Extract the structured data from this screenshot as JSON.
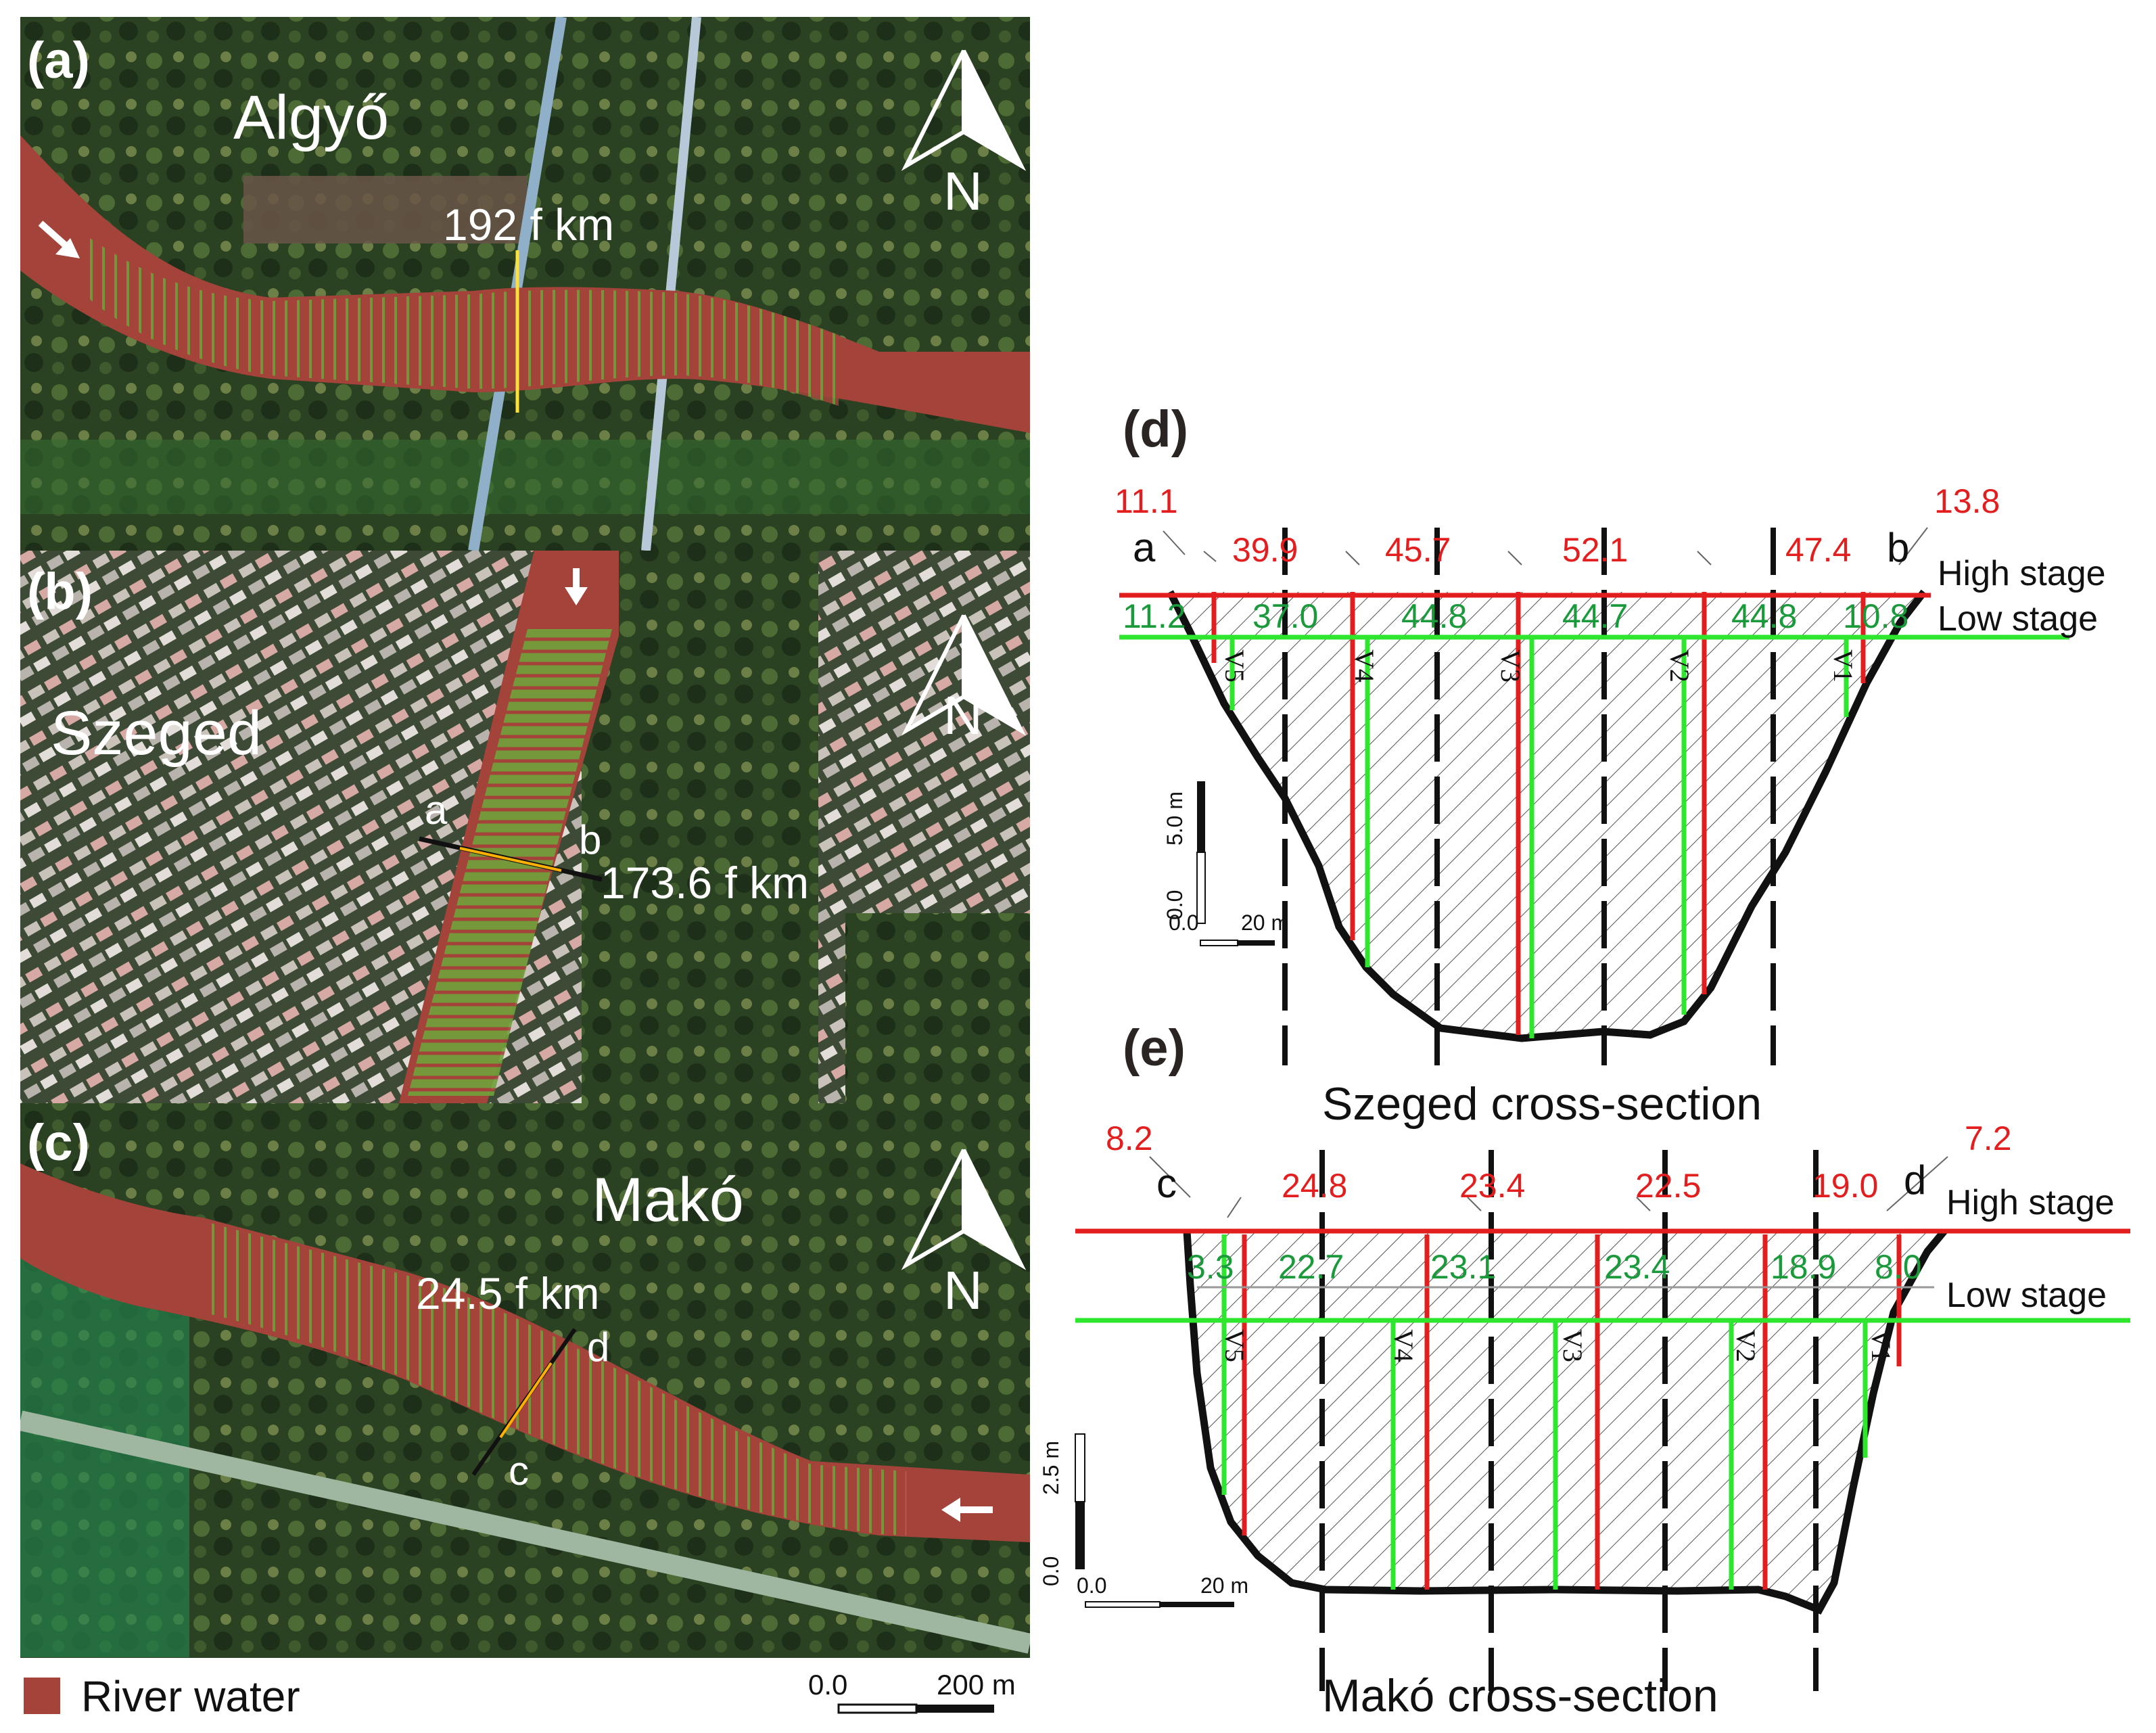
{
  "colors": {
    "river_water": "#a3433a",
    "high_stage_line": "#e31e1e",
    "low_stage_line": "#2ee62e",
    "vertical_lines_high": "#e31e1e",
    "vertical_lines_low": "#2ee62e",
    "vegetation": "#2f4a24",
    "urban": "#b9b3ad"
  },
  "icons": {
    "north_arrow": "north-arrow-icon",
    "flow_direction": "flow-arrow-icon"
  },
  "panels": {
    "a": {
      "letter": "(a)",
      "place": "Algyő",
      "km_label": "192 f km",
      "north": "N"
    },
    "b": {
      "letter": "(b)",
      "place": "Szeged",
      "km_label": "173.6 f km",
      "north": "N",
      "xs_start": "a",
      "xs_end": "b"
    },
    "c": {
      "letter": "(c)",
      "place": "Makó",
      "km_label": "24.5 f km",
      "north": "N",
      "xs_start": "c",
      "xs_end": "d"
    },
    "d": {
      "letter": "(d)",
      "caption": "Szeged cross-section",
      "left_marker": "a",
      "right_marker": "b",
      "high_stage_label": "High stage",
      "low_stage_label": "Low stage",
      "edge_high_left": "11.1",
      "edge_high_right": "13.8",
      "high_values": [
        "39.9",
        "45.7",
        "52.1",
        "47.4"
      ],
      "low_values": [
        "11.2",
        "37.0",
        "44.8",
        "44.7",
        "44.8",
        "10.8"
      ],
      "verticals": [
        "V5",
        "V4",
        "V3",
        "V2",
        "V1"
      ],
      "scale_y": [
        "5.0 m",
        "0.0"
      ],
      "scale_x": [
        "0.0",
        "20 m"
      ]
    },
    "e": {
      "letter": "(e)",
      "caption": "Makó cross-section",
      "left_marker": "c",
      "right_marker": "d",
      "high_stage_label": "High stage",
      "low_stage_label": "Low stage",
      "edge_high_left": "8.2",
      "edge_high_right": "7.2",
      "high_values": [
        "24.8",
        "23.4",
        "22.5",
        "19.0"
      ],
      "low_values": [
        "3.3",
        "22.7",
        "23.1",
        "23.4",
        "18.9",
        "8.0"
      ],
      "verticals": [
        "V5",
        "V4",
        "V3",
        "V2",
        "V1"
      ],
      "scale_y": [
        "2.5 m",
        "0.0"
      ],
      "scale_x": [
        "0.0",
        "20 m"
      ]
    }
  },
  "legend": {
    "river_water": "River water"
  },
  "map_scale": {
    "start": "0.0",
    "end": "200 m"
  }
}
